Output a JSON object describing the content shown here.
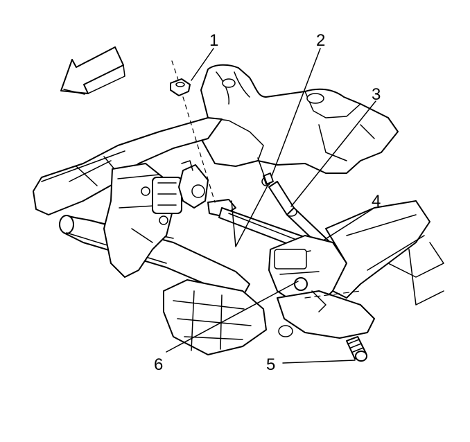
{
  "callouts": [
    {
      "id": "1",
      "label": "1"
    },
    {
      "id": "2",
      "label": "2"
    },
    {
      "id": "3",
      "label": "3"
    },
    {
      "id": "4",
      "label": "4"
    },
    {
      "id": "5",
      "label": "5"
    },
    {
      "id": "6",
      "label": "6"
    }
  ],
  "icons": {
    "direction_arrow": "front-direction-arrow-icon"
  },
  "colors": {
    "line": "#000000",
    "background": "#ffffff"
  }
}
